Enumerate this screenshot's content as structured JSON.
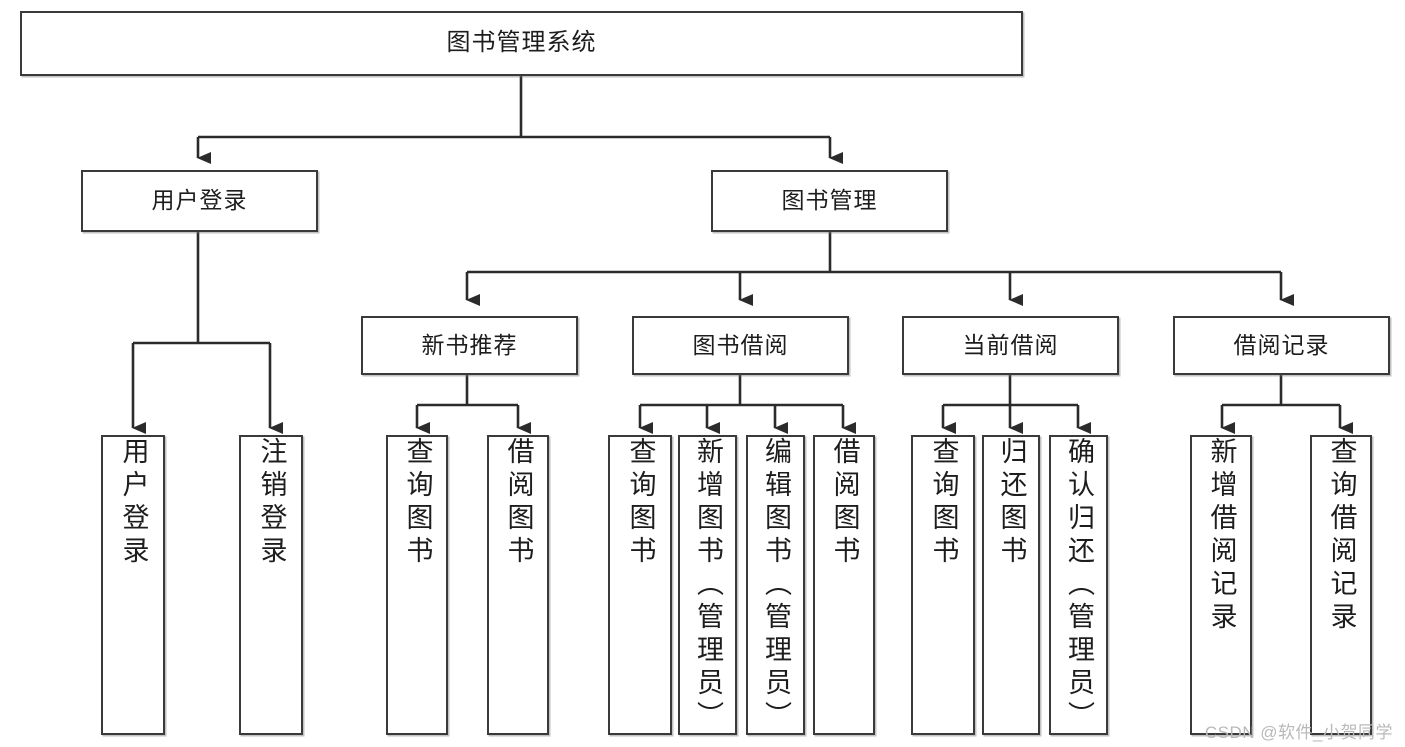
{
  "diagram": {
    "title": "图书管理系统",
    "watermark": "CSDN @软件_小贺同学",
    "levels": {
      "root": {
        "label": "图书管理系统"
      },
      "level2": [
        {
          "label": "用户登录"
        },
        {
          "label": "图书管理"
        }
      ],
      "level3": [
        {
          "label": "新书推荐"
        },
        {
          "label": "图书借阅"
        },
        {
          "label": "当前借阅"
        },
        {
          "label": "借阅记录"
        }
      ],
      "leaves": {
        "user_login": [
          {
            "label": "用户登录"
          },
          {
            "label": "注销登录"
          }
        ],
        "new_book_recommend": [
          {
            "label": "查询图书"
          },
          {
            "label": "借阅图书"
          }
        ],
        "book_borrow": [
          {
            "label": "查询图书"
          },
          {
            "label": "新增图书（管理员）"
          },
          {
            "label": "编辑图书（管理员）"
          },
          {
            "label": "借阅图书"
          }
        ],
        "current_borrow": [
          {
            "label": "查询图书"
          },
          {
            "label": "归还图书"
          },
          {
            "label": "确认归还（管理员）"
          }
        ],
        "borrow_record": [
          {
            "label": "新增借阅记录"
          },
          {
            "label": "查询借阅记录"
          }
        ]
      }
    },
    "colors": {
      "box_border": "#3a3a3a",
      "box_fill": "#ffffff",
      "line": "#2b2b2b",
      "text": "#1d1d1d",
      "watermark": "#b9b9b9"
    }
  }
}
